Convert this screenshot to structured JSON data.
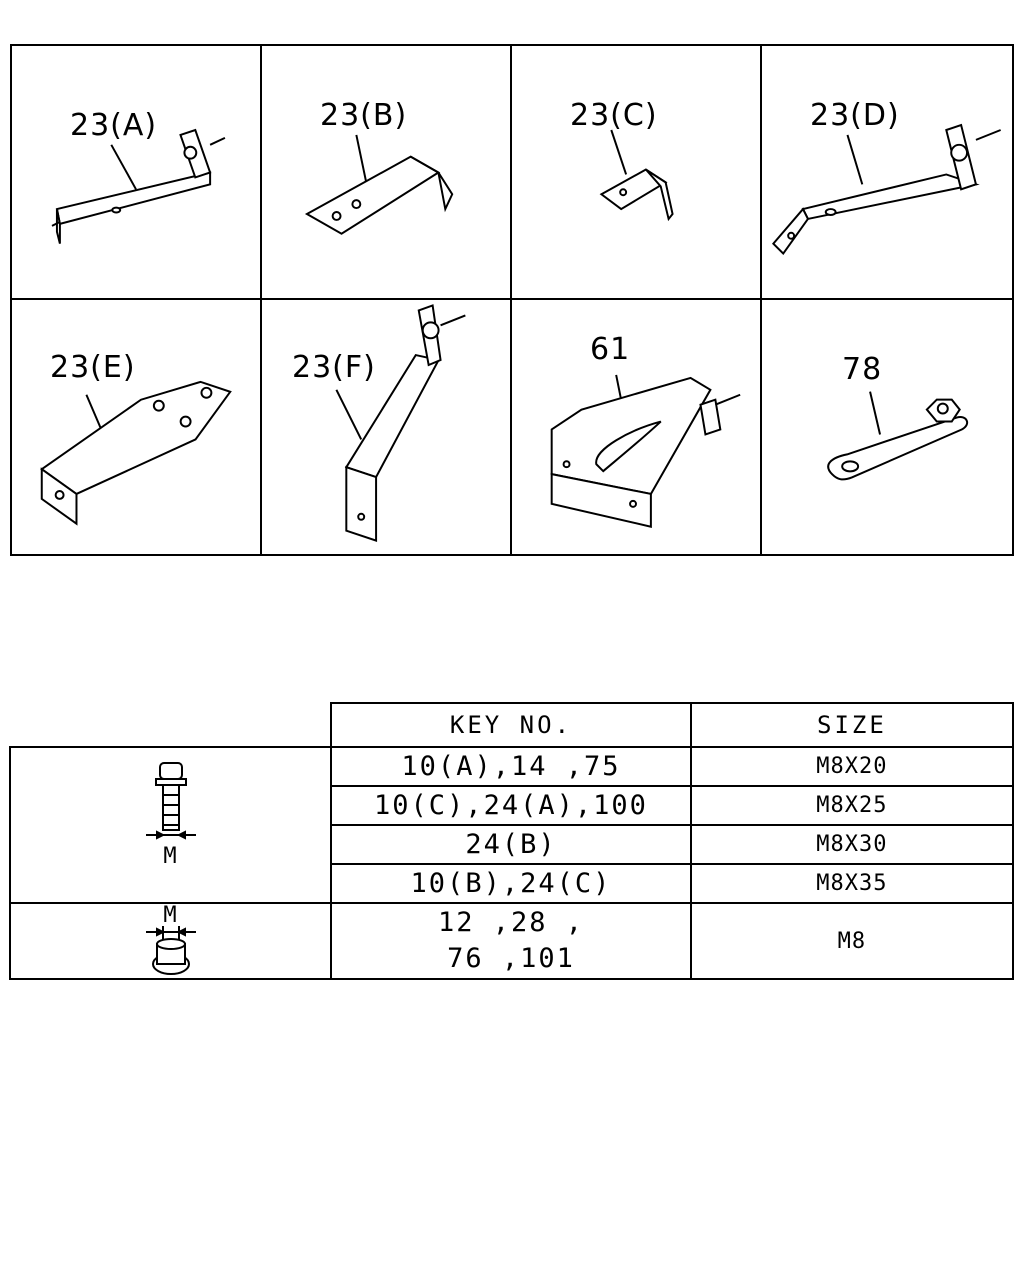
{
  "parts": [
    {
      "label": "23(A)"
    },
    {
      "label": "23(B)"
    },
    {
      "label": "23(C)"
    },
    {
      "label": "23(D)"
    },
    {
      "label": "23(E)"
    },
    {
      "label": "23(F)"
    },
    {
      "label": "61"
    },
    {
      "label": "78"
    }
  ],
  "table": {
    "headers": {
      "key_no": "KEY NO.",
      "size": "SIZE"
    },
    "bolt_rows": [
      {
        "key_no": "10(A),14 ,75",
        "size": "M8X20"
      },
      {
        "key_no": "10(C),24(A),100",
        "size": "M8X25"
      },
      {
        "key_no": "24(B)",
        "size": "M8X30"
      },
      {
        "key_no": "10(B),24(C)",
        "size": "M8X35"
      }
    ],
    "nut_row": {
      "key_no_line1": "12 ,28 ,",
      "key_no_line2": "76 ,101",
      "size": "M8"
    },
    "bolt_icon_label": "M",
    "nut_icon_label": "M"
  }
}
